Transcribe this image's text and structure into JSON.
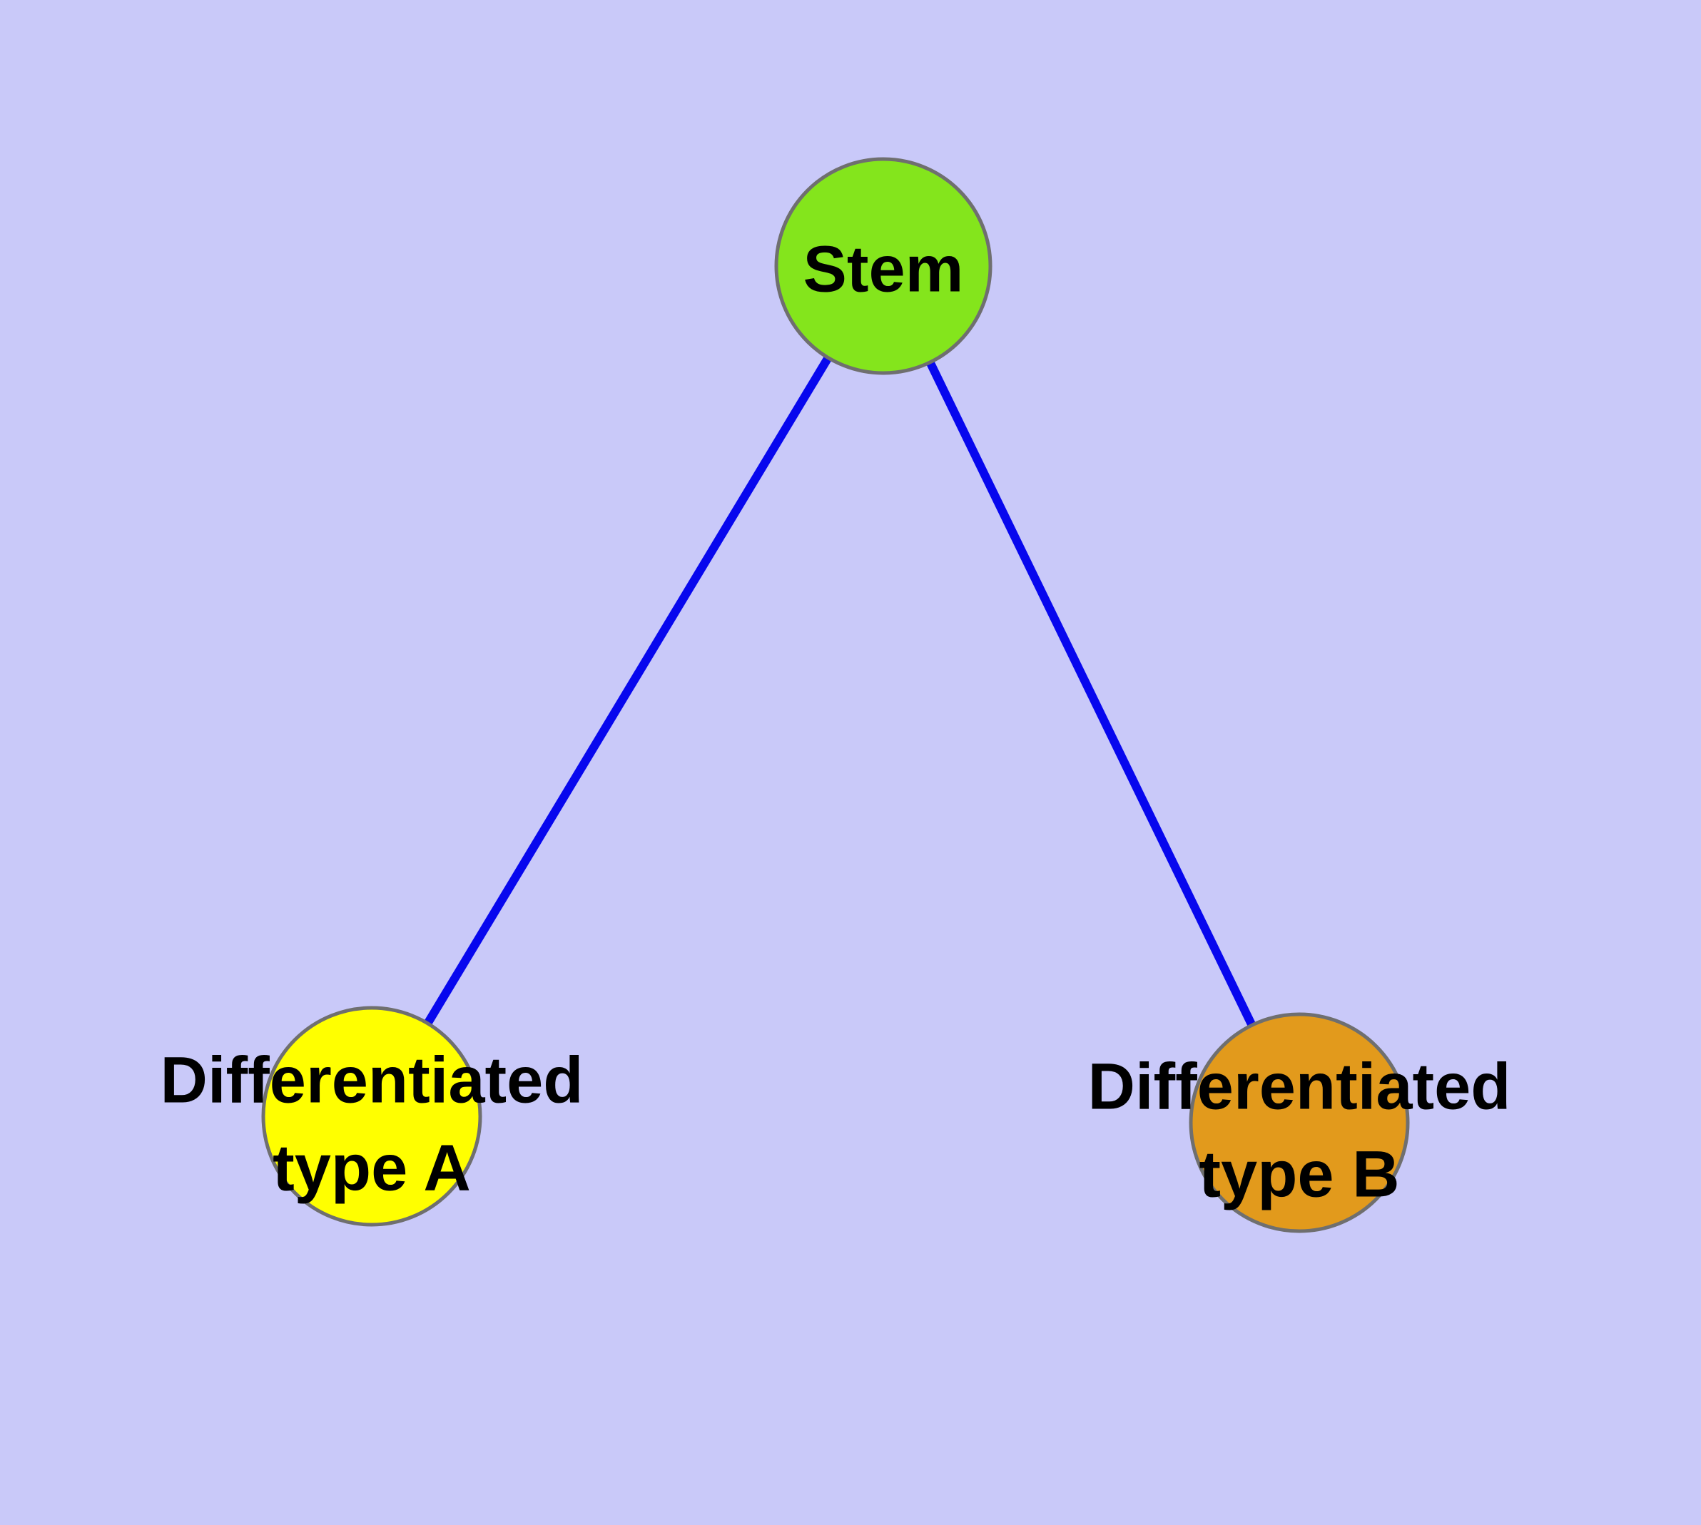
{
  "diagram": {
    "type": "node-link-graph",
    "background_color": "#c9c9f9",
    "edge_color": "#0707ee",
    "node_border_color": "#6f6f6f",
    "label_color": "#000000",
    "nodes": {
      "stem": {
        "label": "Stem",
        "fill": "#84e51c"
      },
      "type_a": {
        "label_line1": "Differentiated",
        "label_line2": "type A",
        "fill": "#ffff00"
      },
      "type_b": {
        "label_line1": "Differentiated",
        "label_line2": "type B",
        "fill": "#e29a1c"
      }
    },
    "edges": [
      {
        "from": "Stem",
        "to": "Differentiated type A"
      },
      {
        "from": "Stem",
        "to": "Differentiated type B"
      }
    ]
  }
}
